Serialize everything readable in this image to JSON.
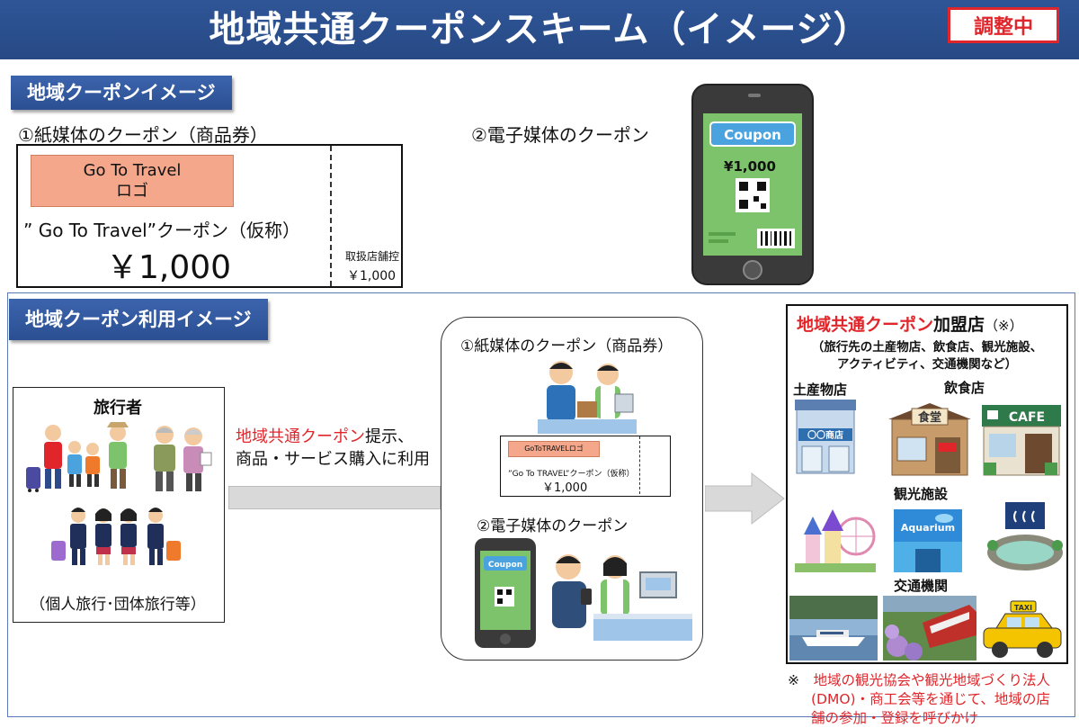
{
  "header": {
    "title": "地域共通クーポンスキーム（イメージ）",
    "status": "調整中"
  },
  "section_image": {
    "label": "地域クーポンイメージ",
    "paper": {
      "heading": "①紙媒体のクーポン（商品券）",
      "logo_line1": "Go To Travel",
      "logo_line2": "ロゴ",
      "coupon_name": "” Go To Travel”クーポン（仮称）",
      "amount": "￥1,000",
      "stub_label": "取扱店舗控",
      "stub_amount": "￥1,000"
    },
    "digital": {
      "heading": "②電子媒体のクーポン",
      "screen_title": "Coupon",
      "screen_amount": "¥1,000"
    }
  },
  "section_usage": {
    "label": "地域クーポン利用イメージ",
    "traveler": {
      "title": "旅行者",
      "caption": "（個人旅行･団体旅行等）"
    },
    "flow": {
      "highlight": "地域共通クーポン",
      "line1_rest": "提示、",
      "line2": "商品・サービス購入に利用"
    },
    "coupons": {
      "paper_heading": "①紙媒体のクーポン（商品券）",
      "small_logo": "GoToTRAVELロゴ",
      "small_name": "”Go To TRAVEL”クーポン（仮称）",
      "small_amount": "￥1,000",
      "digital_heading": "②電子媒体のクーポン",
      "small_screen_title": "Coupon"
    },
    "stores": {
      "title_highlight": "地域共通クーポン",
      "title_rest": "加盟店",
      "title_mark": "（※）",
      "desc_line1": "（旅行先の土産物店、飲食店、観光施設、",
      "desc_line2": "アクティビティ、交通機関など）",
      "cat_souvenir": "土産物店",
      "cat_food": "飲食店",
      "cat_tourism": "観光施設",
      "cat_transport": "交通機関",
      "shop_sign": "〇〇商店",
      "food_sign": "食堂",
      "cafe_sign": "CAFE",
      "aquarium_sign": "Aquarium",
      "taxi_sign": "TAXI"
    },
    "note": {
      "mark": "※",
      "line1": "地域の観光協会や観光地域づくり法人",
      "line2": "(DMO)・商工会等を通じて、地域の店",
      "line3": "舗の参加・登録を呼びかけ"
    }
  },
  "colors": {
    "banner": "#2f5597",
    "accent_red": "#e0262b",
    "logo_salmon": "#f4a78a",
    "phone_screen": "#7cc36b"
  }
}
